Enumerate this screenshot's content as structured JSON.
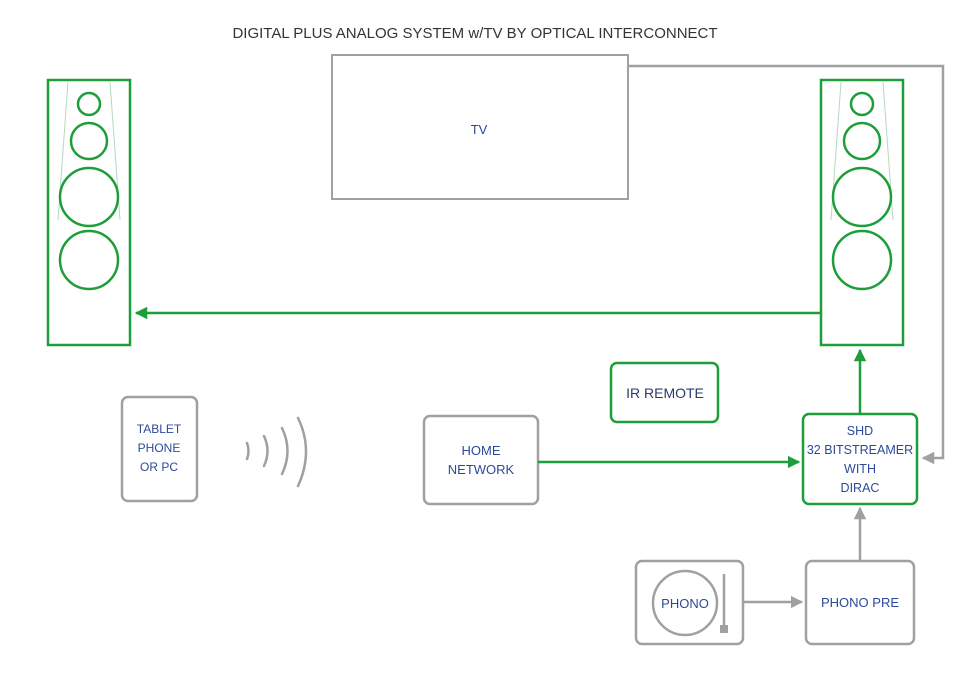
{
  "title": "DIGITAL PLUS ANALOG SYSTEM w/TV BY OPTICAL INTERCONNECT",
  "tv": {
    "label": "TV"
  },
  "ir_remote": {
    "label": "IR REMOTE"
  },
  "tablet": {
    "lines": [
      "TABLET",
      "PHONE",
      "OR PC"
    ]
  },
  "home_network": {
    "lines": [
      "HOME",
      "NETWORK"
    ]
  },
  "shd": {
    "lines": [
      "SHD",
      "32 BITSTREAMER",
      "WITH",
      "DIRAC"
    ]
  },
  "phono": {
    "label": "PHONO"
  },
  "phono_pre": {
    "label": "PHONO PRE"
  },
  "colors": {
    "green": "#1e9e3a",
    "gray": "#a0a0a0",
    "label_blue": "#2b4a9a",
    "title": "#333333"
  }
}
